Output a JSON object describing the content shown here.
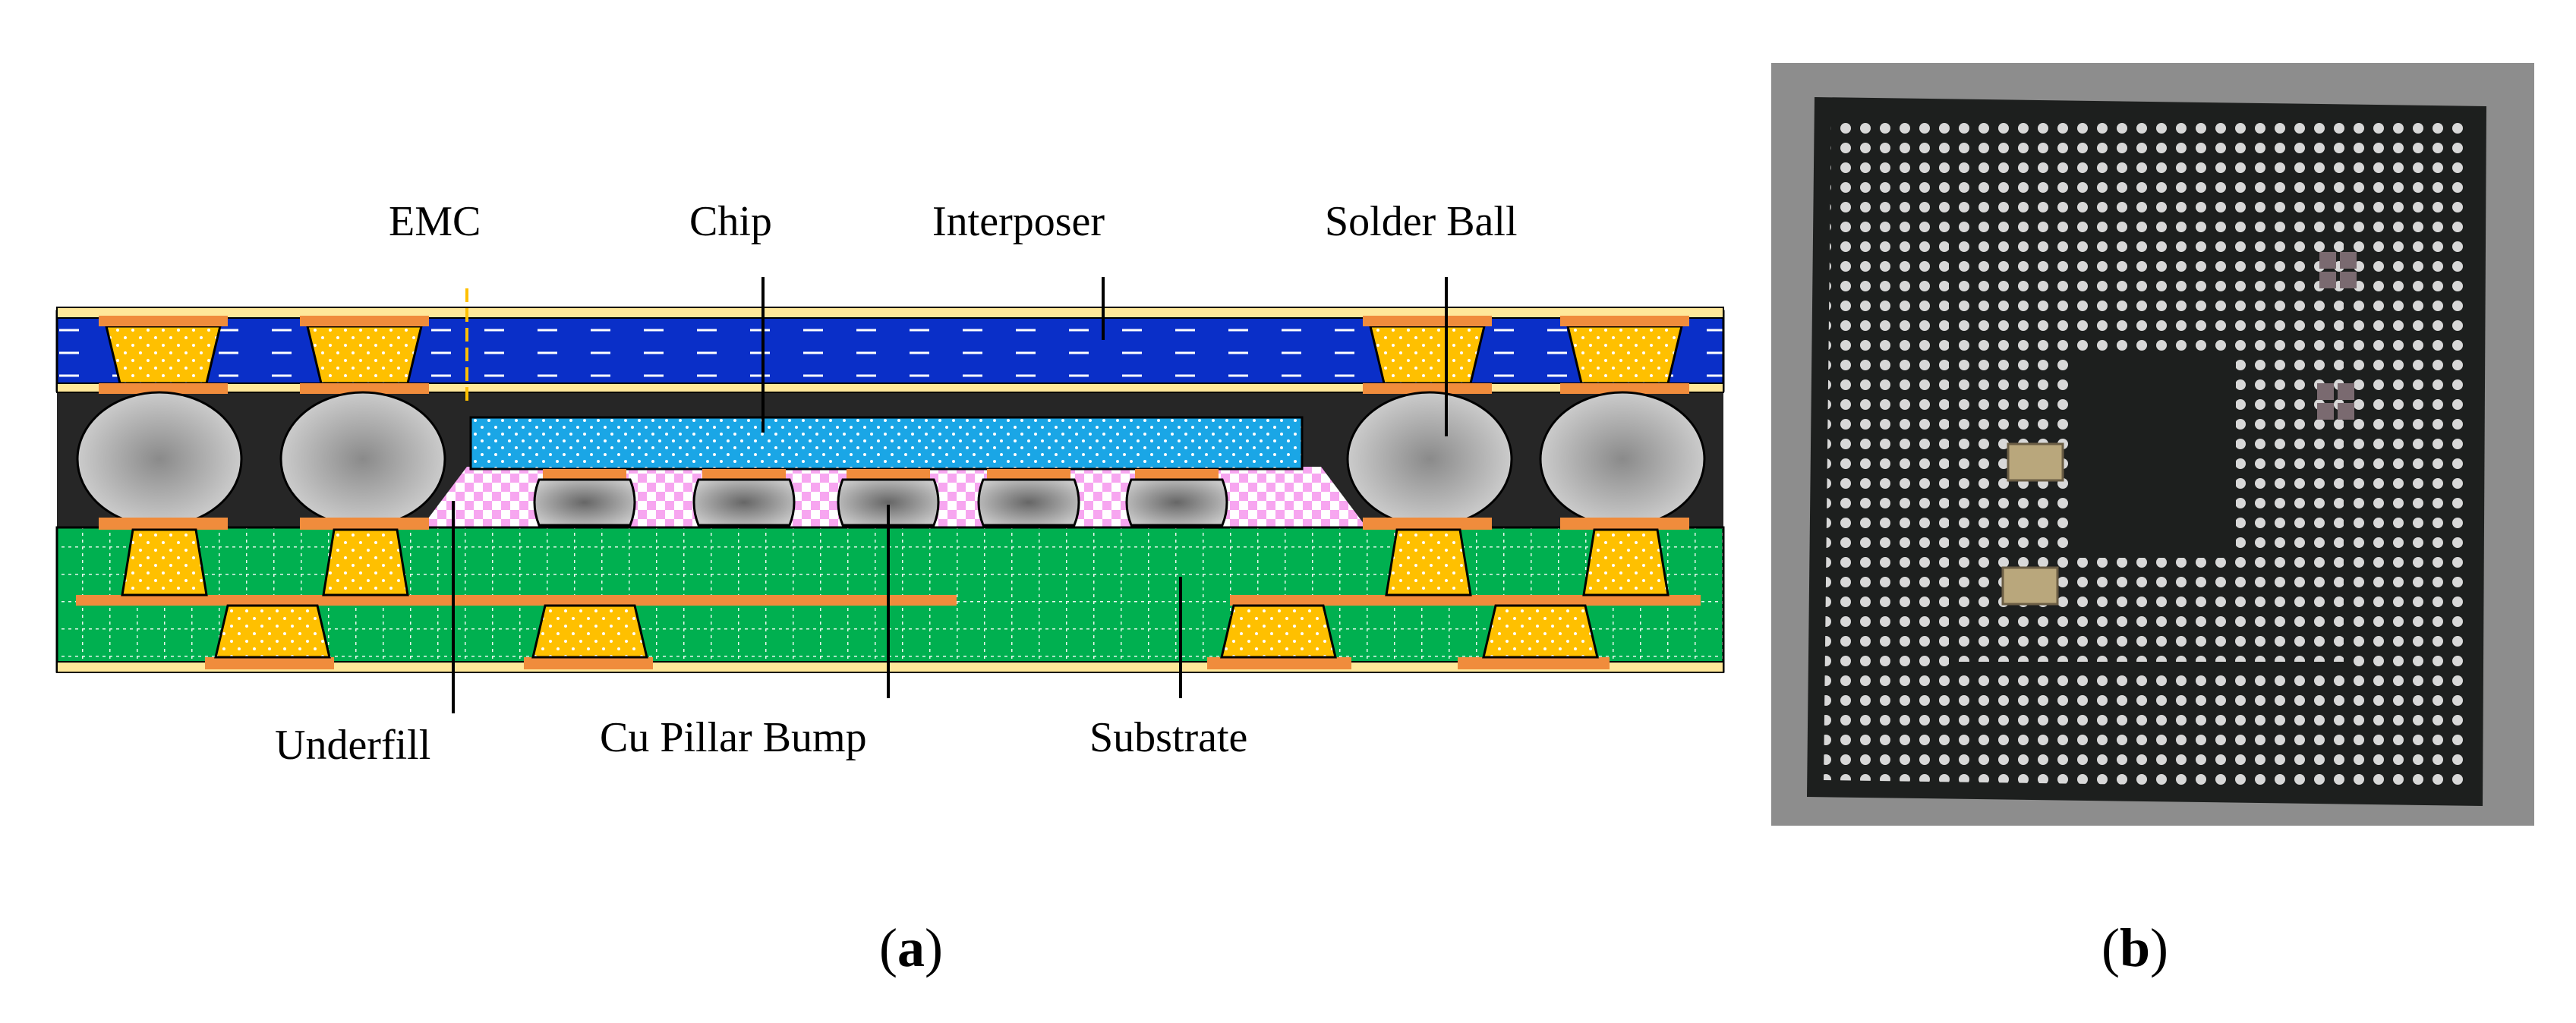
{
  "labels": {
    "emc": "EMC",
    "chip": "Chip",
    "interposer": "Interposer",
    "solder_ball": "Solder Ball",
    "underfill": "Underfill",
    "cu_pillar_bump": "Cu Pillar Bump",
    "substrate": "Substrate"
  },
  "panels": {
    "a_letter": "a",
    "b_letter": "b"
  },
  "colors": {
    "interposer": "#0a2fc8",
    "chip": "#1aa6e6",
    "substrate": "#00b050",
    "emc": "#262626",
    "underfill": "#f7a6f0",
    "solder": "#cfcfcf",
    "via": "#ffc000",
    "pad": "#f08c3c",
    "photo_bg": "#8d8d8d",
    "package_body": "#1d1f1e",
    "ball": "#d8d8d8"
  },
  "photo_b": {
    "caption_letter": "b"
  }
}
